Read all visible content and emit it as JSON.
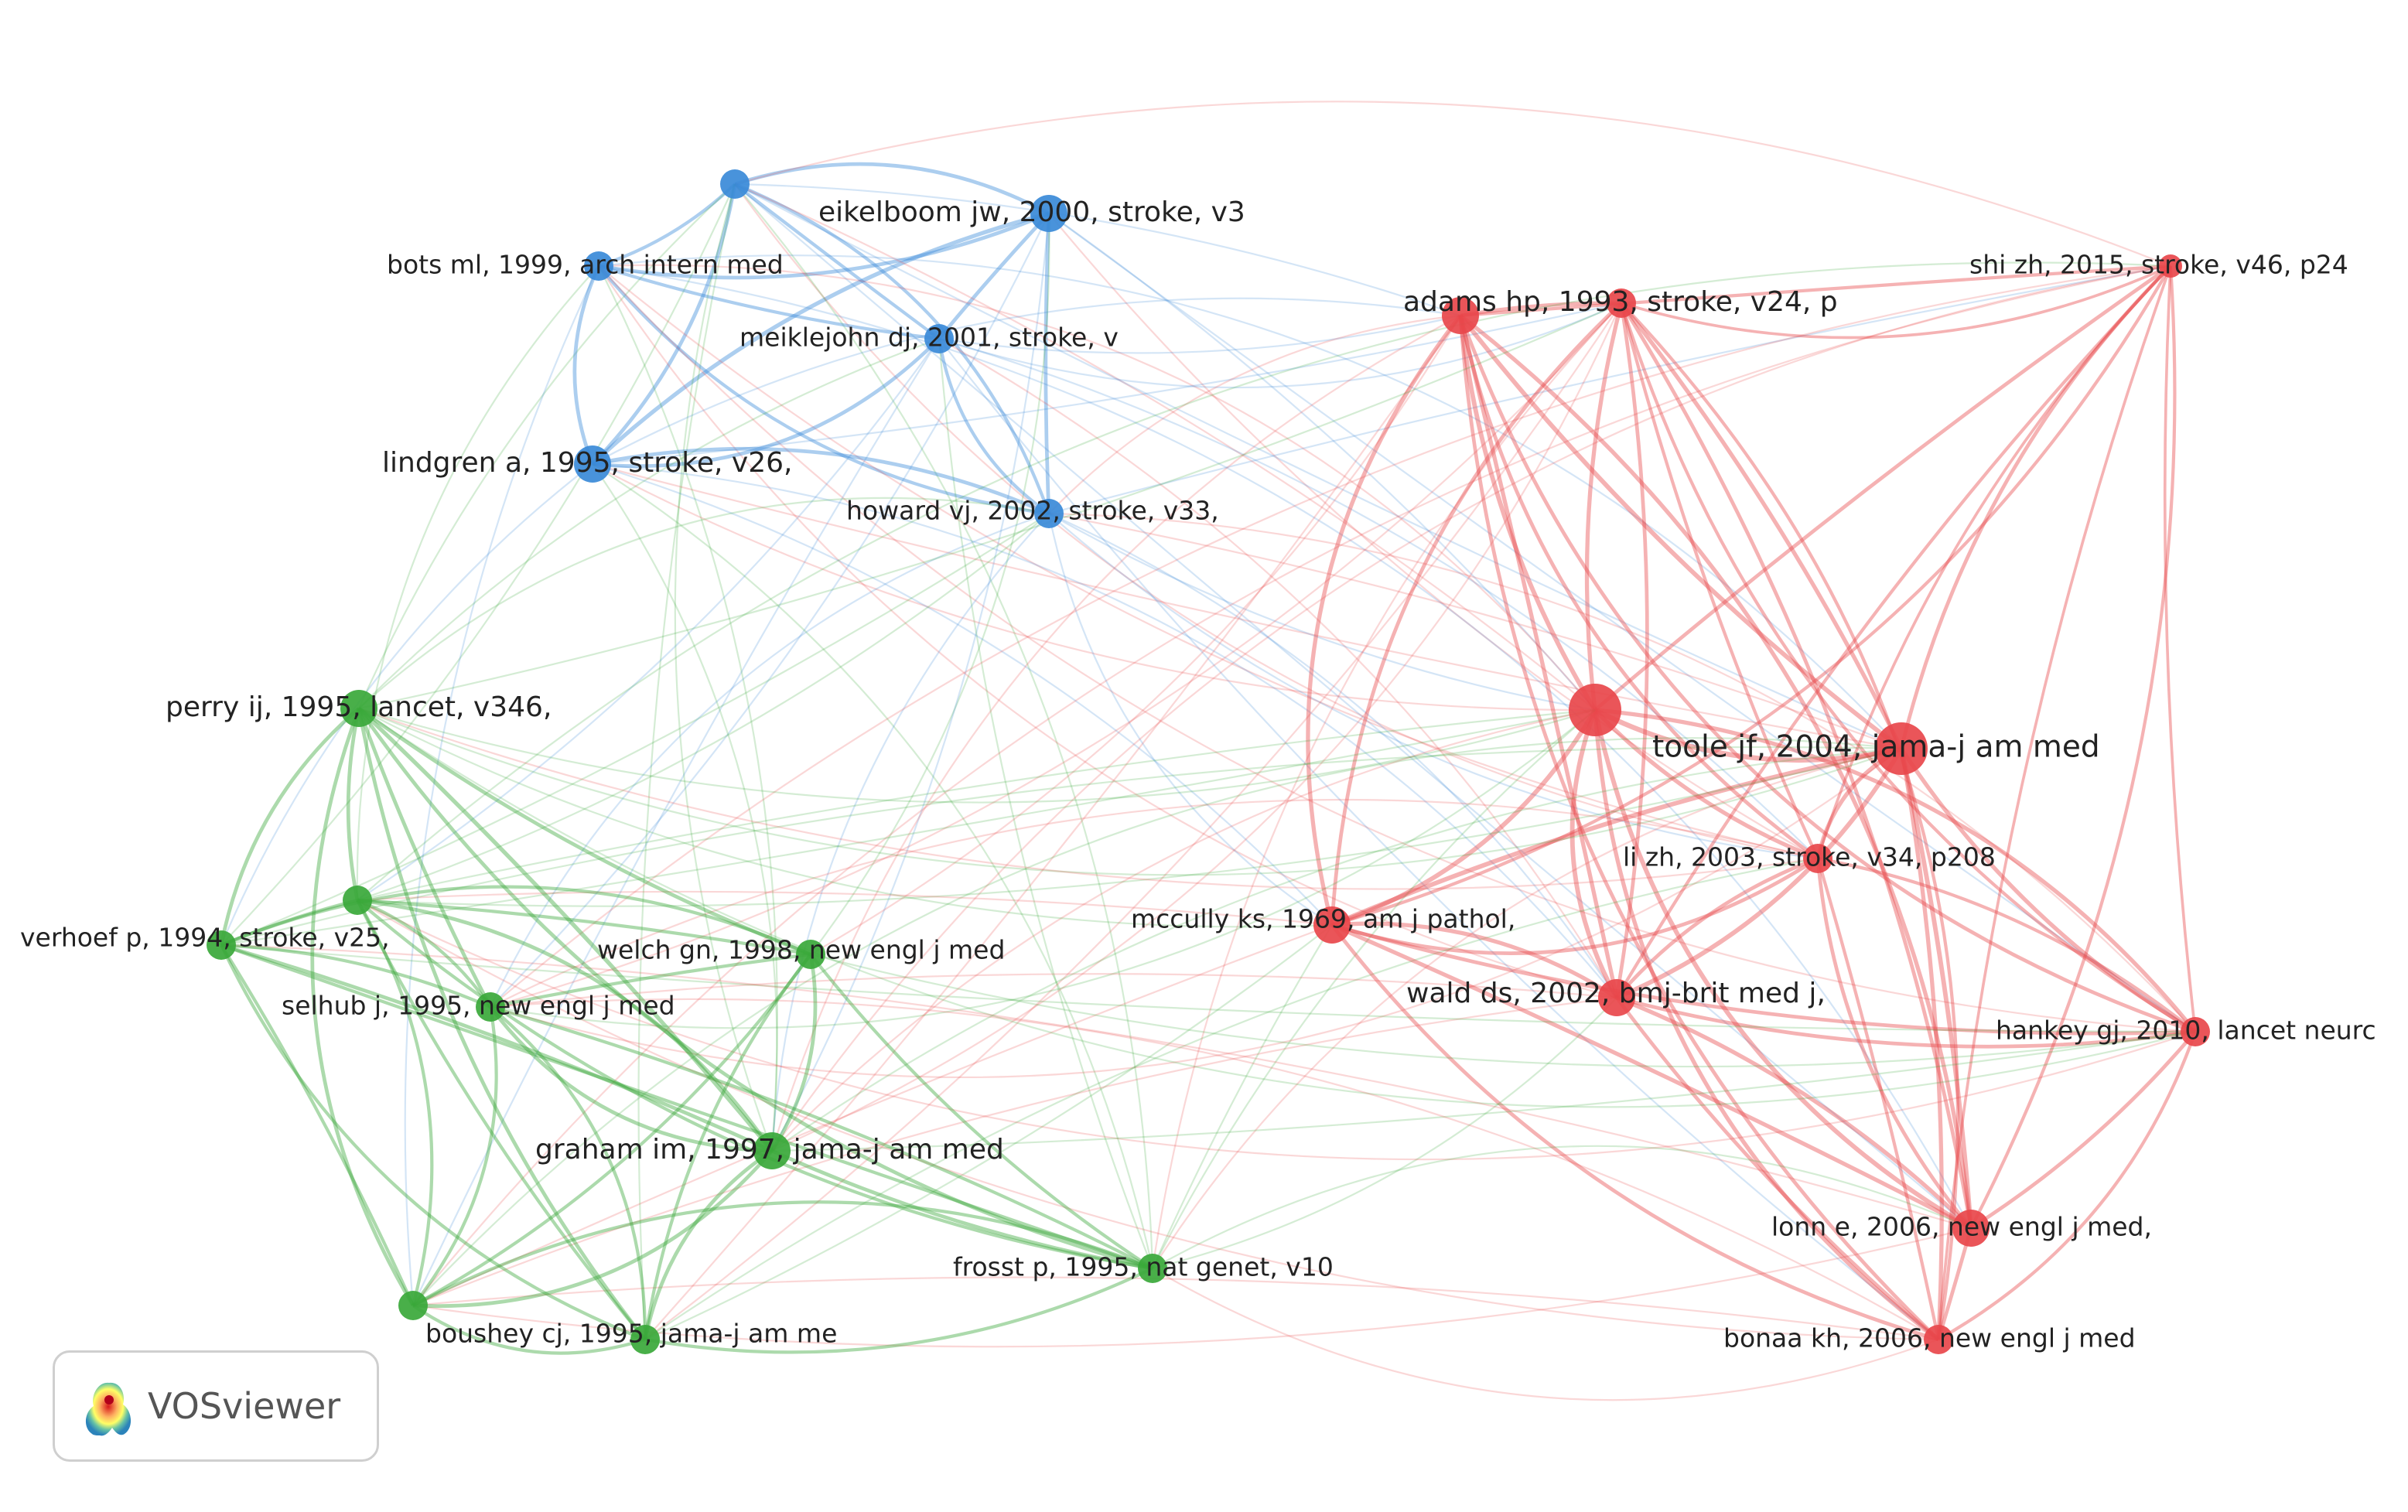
{
  "brand": {
    "name": "VOSviewer"
  },
  "colors": {
    "red": "#e8474b",
    "green": "#3aa83a",
    "blue": "#3a8ad8"
  },
  "clusters": [
    {
      "id": "red",
      "color": "#e8474b"
    },
    {
      "id": "green",
      "color": "#3aa83a"
    },
    {
      "id": "blue",
      "color": "#3a8ad8"
    }
  ],
  "nodes": [
    {
      "id": "eikelboom",
      "label": "eikelboom jw, 2000, stroke, v3",
      "cluster": "blue",
      "weight": 3
    },
    {
      "id": "blue_top",
      "label": "",
      "cluster": "blue",
      "weight": 2
    },
    {
      "id": "bots",
      "label": "bots ml, 1999, arch intern med",
      "cluster": "blue",
      "weight": 2
    },
    {
      "id": "meiklejohn",
      "label": "meiklejohn dj, 2001, stroke, v",
      "cluster": "blue",
      "weight": 2
    },
    {
      "id": "lindgren",
      "label": "lindgren a, 1995, stroke, v26,",
      "cluster": "blue",
      "weight": 3
    },
    {
      "id": "howard",
      "label": "howard vj, 2002, stroke, v33,",
      "cluster": "blue",
      "weight": 2
    },
    {
      "id": "adams",
      "label": "adams hp, 1993, stroke, v24, p",
      "cluster": "red",
      "weight": 3
    },
    {
      "id": "red_adams2",
      "label": "",
      "cluster": "red",
      "weight": 2
    },
    {
      "id": "shi",
      "label": "shi zh, 2015, stroke, v46, p24",
      "cluster": "red",
      "weight": 1
    },
    {
      "id": "red_big",
      "label": "",
      "cluster": "red",
      "weight": 4
    },
    {
      "id": "toole",
      "label": "toole jf, 2004, jama-j am med",
      "cluster": "red",
      "weight": 4
    },
    {
      "id": "li",
      "label": "li zh, 2003, stroke, v34, p208",
      "cluster": "red",
      "weight": 2
    },
    {
      "id": "mccully",
      "label": "mccully ks, 1969, am j pathol,",
      "cluster": "red",
      "weight": 3
    },
    {
      "id": "wald",
      "label": "wald ds, 2002, bmj-brit med j,",
      "cluster": "red",
      "weight": 3
    },
    {
      "id": "hankey",
      "label": "hankey gj, 2010, lancet neurc",
      "cluster": "red",
      "weight": 2
    },
    {
      "id": "lonn",
      "label": "lonn e, 2006, new engl j med,",
      "cluster": "red",
      "weight": 3
    },
    {
      "id": "bonaa",
      "label": "bonaa kh, 2006, new engl j med",
      "cluster": "red",
      "weight": 2
    },
    {
      "id": "perry",
      "label": "perry ij, 1995, lancet, v346,",
      "cluster": "green",
      "weight": 3
    },
    {
      "id": "green_mid",
      "label": "",
      "cluster": "green",
      "weight": 2
    },
    {
      "id": "verhoef",
      "label": "verhoef p, 1994, stroke, v25,",
      "cluster": "green",
      "weight": 2
    },
    {
      "id": "selhub",
      "label": "selhub j, 1995, new engl j med",
      "cluster": "green",
      "weight": 2
    },
    {
      "id": "welch",
      "label": "welch gn, 1998, new engl j med",
      "cluster": "green",
      "weight": 2
    },
    {
      "id": "graham",
      "label": "graham im, 1997, jama-j am med",
      "cluster": "green",
      "weight": 3
    },
    {
      "id": "frosst",
      "label": "frosst p, 1995, nat genet, v10",
      "cluster": "green",
      "weight": 2
    },
    {
      "id": "green_low",
      "label": "",
      "cluster": "green",
      "weight": 2
    },
    {
      "id": "boushey",
      "label": "boushey cj, 1995, jama-j am me",
      "cluster": "green",
      "weight": 2
    }
  ]
}
